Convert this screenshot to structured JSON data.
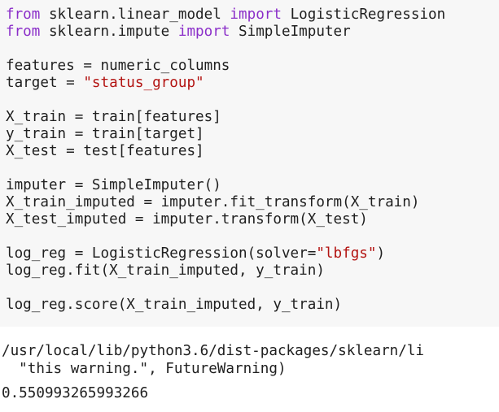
{
  "code": {
    "l1": {
      "kw1": "from",
      "a": " sklearn.linear_model ",
      "kw2": "import",
      "b": " LogisticRegression"
    },
    "l2": {
      "kw1": "from",
      "a": " sklearn.impute ",
      "kw2": "import",
      "b": " SimpleImputer"
    },
    "l4": "features = numeric_columns",
    "l5": {
      "a": "target = ",
      "s": "\"status_group\""
    },
    "l7": "X_train = train[features]",
    "l8": "y_train = train[target]",
    "l9": "X_test = test[features]",
    "l11": "imputer = SimpleImputer()",
    "l12": "X_train_imputed = imputer.fit_transform(X_train)",
    "l13": "X_test_imputed = imputer.transform(X_test)",
    "l15": {
      "a": "log_reg = LogisticRegression(solver=",
      "s": "\"lbfgs\"",
      "b": ")"
    },
    "l16": "log_reg.fit(X_train_imputed, y_train)",
    "l18": "log_reg.score(X_train_imputed, y_train)"
  },
  "output": {
    "warning_path": "/usr/local/lib/python3.6/dist-packages/sklearn/li",
    "warning_text": "  \"this warning.\", FutureWarning)",
    "result": "0.550993265993266"
  },
  "colors": {
    "keyword": "#8b2fc9",
    "string": "#b31412",
    "input_background": "#f7f7f7"
  }
}
